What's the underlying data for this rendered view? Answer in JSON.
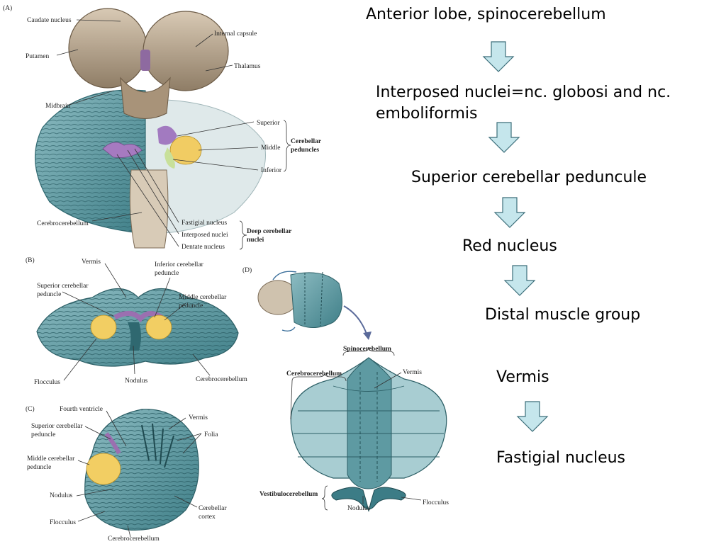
{
  "flow": {
    "steps": [
      "Anterior lobe, spinocerebellum",
      "Interposed nuclei=nc. globosi and nc.",
      "emboliformis",
      "Superior cerebellar peduncule",
      "Red nucleus",
      "Distal muscle group",
      "Vermis",
      "Fastigial nucleus"
    ],
    "arrow_color": "#c5e6ec",
    "arrow_stroke": "#3c6e7a"
  },
  "figure": {
    "panels": [
      "(A)",
      "(B)",
      "(C)",
      "(D)"
    ],
    "labels_a": {
      "caudate": "Caudate nucleus",
      "internal_capsule": "Internal capsule",
      "putamen": "Putamen",
      "thalamus": "Thalamus",
      "midbrain": "Midbrain",
      "superior": "Superior",
      "middle": "Middle",
      "inferior": "Inferior",
      "cerebellar": "Cerebellar",
      "peduncles": "peduncles",
      "cerebrocerebellum": "Cerebrocerebellum",
      "fastigial": "Fastigial nucleus",
      "interposed": "Interposed nuclei",
      "dentate": "Dentate nucleus",
      "deep_cerebellar": "Deep cerebellar",
      "nuclei": "nuclei"
    },
    "labels_b": {
      "vermis": "Vermis",
      "inferior_ped_1": "Inferior cerebellar",
      "inferior_ped_2": "peduncle",
      "superior_ped_1": "Superior cerebellar",
      "superior_ped_2": "peduncle",
      "middle_ped_1": "Middle cerebellar",
      "middle_ped_2": "peduncle",
      "flocculus": "Flocculus",
      "nodulus": "Nodulus",
      "cerebrocerebellum": "Cerebrocerebellum"
    },
    "labels_c": {
      "fourth_ventricle": "Fourth ventricle",
      "vermis": "Vermis",
      "superior_ped_1": "Superior cerebellar",
      "superior_ped_2": "peduncle",
      "folia": "Folia",
      "middle_ped_1": "Middle cerebellar",
      "middle_ped_2": "peduncle",
      "nodulus": "Nodulus",
      "cerebellar_cortex_1": "Cerebellar",
      "cerebellar_cortex_2": "cortex",
      "flocculus": "Flocculus",
      "cerebrocerebellum": "Cerebrocerebellum"
    },
    "labels_d": {
      "spinocerebellum": "Spinocerebellum",
      "cerebrocerebellum": "Cerebrocerebellum",
      "vermis": "Vermis",
      "vestibulocerebellum": "Vestibulocerebellum",
      "nodulus": "Nodulus",
      "flocculus": "Flocculus"
    },
    "colors": {
      "teal": "#5f9ea6",
      "teal_dark": "#2f6870",
      "teal_light": "#a9cfd4",
      "brain_tan": "#b7a58e",
      "nucleus_yellow": "#f3cf63",
      "nucleus_purple": "#9b6fb0"
    }
  }
}
